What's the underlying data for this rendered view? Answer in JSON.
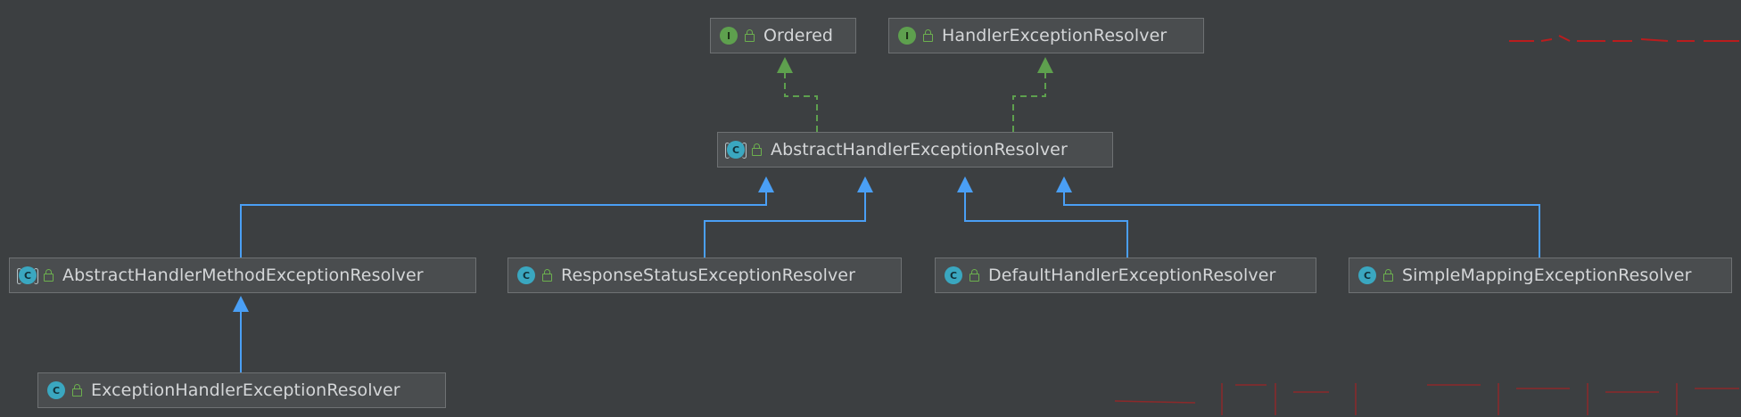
{
  "diagram": {
    "nodes": [
      {
        "id": "ordered",
        "label": "Ordered",
        "kind": "interface",
        "kind_letter": "I"
      },
      {
        "id": "handler-exception-resolver",
        "label": "HandlerExceptionResolver",
        "kind": "interface",
        "kind_letter": "I"
      },
      {
        "id": "abstract-handler-exception-resolver",
        "label": "AbstractHandlerExceptionResolver",
        "kind": "abstract",
        "kind_letter": "C"
      },
      {
        "id": "abstract-handler-method-exception-resolver",
        "label": "AbstractHandlerMethodExceptionResolver",
        "kind": "abstract",
        "kind_letter": "C"
      },
      {
        "id": "response-status-exception-resolver",
        "label": "ResponseStatusExceptionResolver",
        "kind": "class",
        "kind_letter": "C"
      },
      {
        "id": "default-handler-exception-resolver",
        "label": "DefaultHandlerExceptionResolver",
        "kind": "class",
        "kind_letter": "C"
      },
      {
        "id": "simple-mapping-exception-resolver",
        "label": "SimpleMappingExceptionResolver",
        "kind": "class",
        "kind_letter": "C"
      },
      {
        "id": "exception-handler-exception-resolver",
        "label": "ExceptionHandlerExceptionResolver",
        "kind": "class",
        "kind_letter": "C"
      }
    ],
    "edges": [
      {
        "from": "abstract-handler-exception-resolver",
        "to": "ordered",
        "type": "implements"
      },
      {
        "from": "abstract-handler-exception-resolver",
        "to": "handler-exception-resolver",
        "type": "implements"
      },
      {
        "from": "abstract-handler-method-exception-resolver",
        "to": "abstract-handler-exception-resolver",
        "type": "extends"
      },
      {
        "from": "response-status-exception-resolver",
        "to": "abstract-handler-exception-resolver",
        "type": "extends"
      },
      {
        "from": "default-handler-exception-resolver",
        "to": "abstract-handler-exception-resolver",
        "type": "extends"
      },
      {
        "from": "simple-mapping-exception-resolver",
        "to": "abstract-handler-exception-resolver",
        "type": "extends"
      },
      {
        "from": "exception-handler-exception-resolver",
        "to": "abstract-handler-method-exception-resolver",
        "type": "extends"
      }
    ],
    "colors": {
      "background": "#3c3f41",
      "implements_edge": "#5ea04e",
      "extends_edge": "#4a9ff5",
      "interface_badge": "#5ea04e",
      "class_badge": "#3aa7c0",
      "watermark_red": "#d01818"
    }
  }
}
